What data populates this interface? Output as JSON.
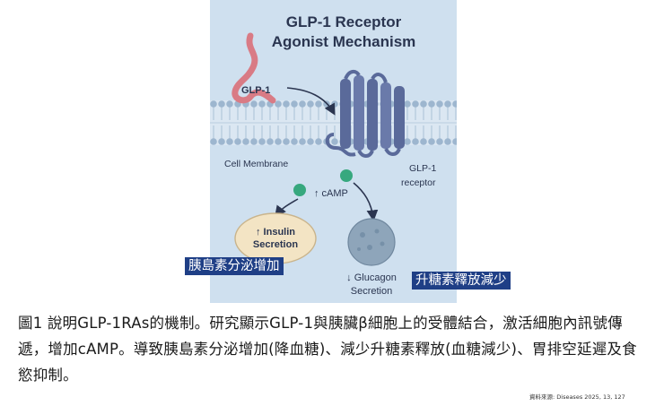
{
  "diagram": {
    "title_line1": "GLP-1 Receptor",
    "title_line2": "Agonist Mechanism",
    "glp1_label": "GLP-1",
    "membrane_label": "Cell Membrane",
    "receptor_line1": "GLP-1",
    "receptor_line2": "receptor",
    "camp_label": "↑ cAMP",
    "insulin_line1": "↑ Insulin",
    "insulin_line2": "Secretion",
    "glucagon_line1": "↓ Glucagon",
    "glucagon_line2": "Secretion",
    "colors": {
      "background": "#cfe0ef",
      "receptor": "#5a6a9a",
      "peptide": "#d97b85",
      "particle": "#37a87e",
      "insulin_fill": "#f3e4c4",
      "glucagon_fill": "#8ea5ba"
    }
  },
  "overlays": {
    "insulin_tag": "胰島素分泌增加",
    "glucagon_tag": "升糖素釋放減少"
  },
  "caption": "圖1 說明GLP-1RAs的機制。研究顯示GLP-1與胰臟β細胞上的受體結合，激活細胞內訊號傳遞，增加cAMP。導致胰島素分泌增加(降血糖)、減少升糖素釋放(血糖減少)、胃排空延遲及食慾抑制。",
  "source": "資料來源: Diseases 2025, 13, 127"
}
